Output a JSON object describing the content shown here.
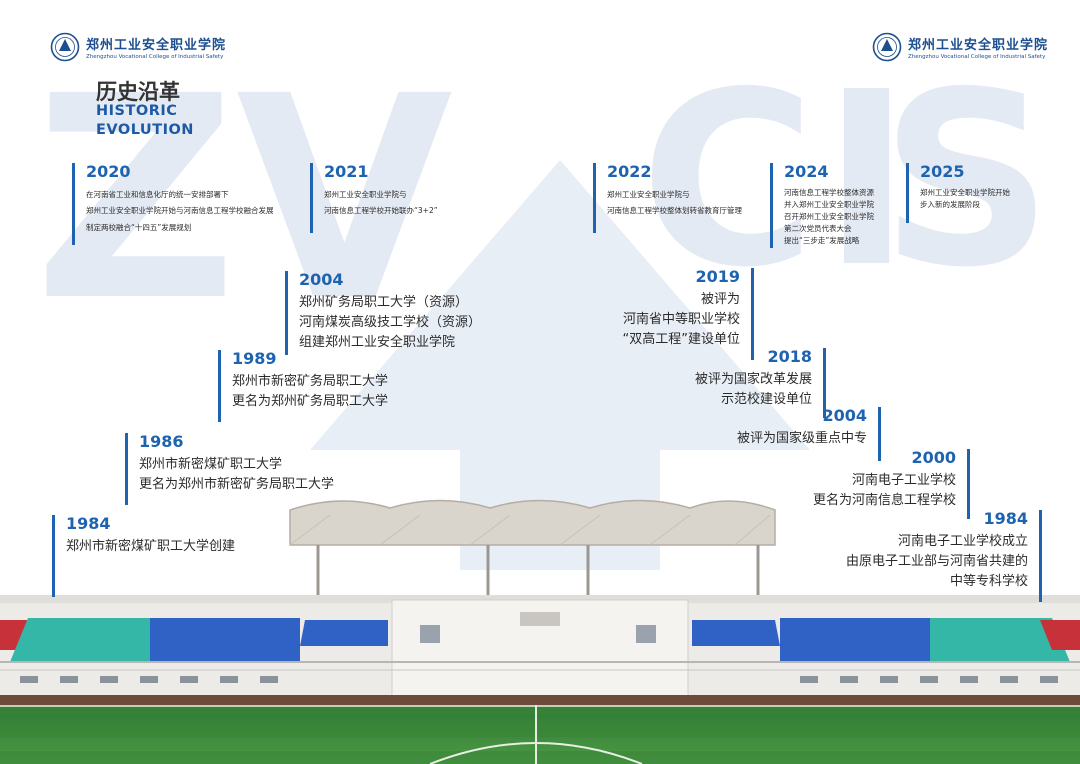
{
  "header": {
    "logo_cn": "郑州工业安全职业学院",
    "logo_en": "Zhengzhou Vocational College of Industrial Safety",
    "title_cn": "历史沿革",
    "title_en_line1": "HISTORIC",
    "title_en_line2": "EVOLUTION"
  },
  "watermark": {
    "l1": "Z",
    "l2": "V",
    "l3": "C",
    "l4": "I",
    "l5": "S"
  },
  "top_row": [
    {
      "year": "2020",
      "lines": [
        "在河南省工业和信息化厅的统一安排部署下",
        "郑州工业安全职业学院开始与河南信息工程学校融合发展",
        "制定两校融合“十四五”发展规划"
      ]
    },
    {
      "year": "2021",
      "lines": [
        "郑州工业安全职业学院与",
        "河南信息工程学校开始联办“3+2”"
      ]
    },
    {
      "year": "2022",
      "lines": [
        "郑州工业安全职业学院与",
        "河南信息工程学校整体划转省教育厅管理"
      ]
    },
    {
      "year": "2024",
      "lines": [
        "河南信息工程学校整体资源",
        "并入郑州工业安全职业学院",
        "召开郑州工业安全职业学院",
        "第二次党员代表大会",
        "提出“三步走”发展战略"
      ]
    },
    {
      "year": "2025",
      "lines": [
        "郑州工业安全职业学院开始",
        "步入新的发展阶段"
      ]
    }
  ],
  "left_stairs": [
    {
      "year": "2004",
      "lines": [
        "郑州矿务局职工大学（资源）",
        "河南煤炭高级技工学校（资源）",
        "组建郑州工业安全职业学院"
      ]
    },
    {
      "year": "1989",
      "lines": [
        "郑州市新密矿务局职工大学",
        "更名为郑州矿务局职工大学"
      ]
    },
    {
      "year": "1986",
      "lines": [
        "郑州市新密煤矿职工大学",
        "更名为郑州市新密矿务局职工大学"
      ]
    },
    {
      "year": "1984",
      "lines": [
        "郑州市新密煤矿职工大学创建"
      ]
    }
  ],
  "right_stairs": [
    {
      "year": "2019",
      "lines": [
        "被评为",
        "河南省中等职业学校",
        "“双高工程”建设单位"
      ]
    },
    {
      "year": "2018",
      "lines": [
        "被评为国家改革发展",
        "示范校建设单位"
      ]
    },
    {
      "year": "2004",
      "lines": [
        "被评为国家级重点中专"
      ]
    },
    {
      "year": "2000",
      "lines": [
        "河南电子工业学校",
        "更名为河南信息工程学校"
      ]
    },
    {
      "year": "1984",
      "lines": [
        "河南电子工业学校成立",
        "由原电子工业部与河南省共建的",
        "中等专科学校"
      ]
    }
  ],
  "colors": {
    "accent": "#1e63b0",
    "watermark": "#e4eaf3",
    "turf": "#3f8d3b",
    "seats_blue": "#2f62c4",
    "seats_teal": "#35b7a8"
  }
}
